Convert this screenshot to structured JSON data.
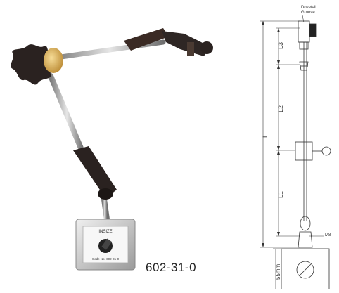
{
  "product": {
    "model_code": "602-31-0",
    "base_label_top": "INSIZE",
    "base_label_bottom": "Code No. 602-31-0"
  },
  "drawing": {
    "callouts": {
      "dovetail_line1": "Dovetail",
      "dovetail_line2": "Groove",
      "thread": "M8"
    },
    "dimensions": {
      "l3": "L3",
      "l2": "L2",
      "l1": "L1",
      "l": "L",
      "base_height": "55mm"
    }
  },
  "colors": {
    "knob": "#2a2220",
    "rod": "#b8b8b8",
    "base": "#d8d8d8",
    "clamp": "#2e2624",
    "accent_gold": "#d9b25a",
    "line": "#333333"
  }
}
